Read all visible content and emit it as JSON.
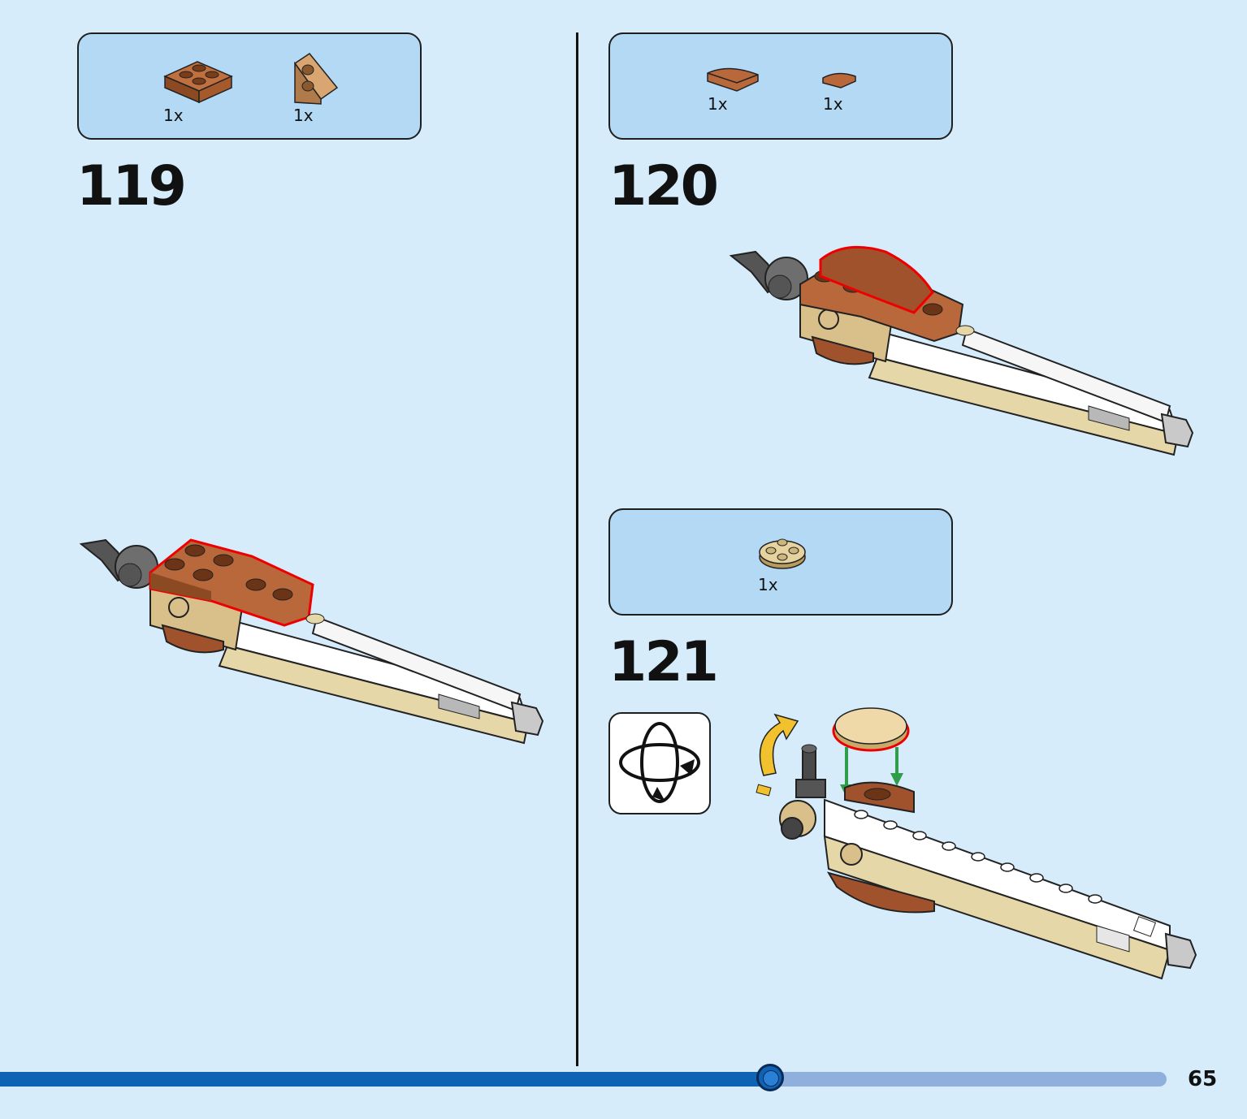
{
  "steps": [
    {
      "number": "119",
      "parts": [
        {
          "name": "brown 2x2 plate",
          "qty": "1x"
        },
        {
          "name": "tan 2x2 wedge plate",
          "qty": "1x"
        }
      ]
    },
    {
      "number": "120",
      "parts": [
        {
          "name": "brown curved slope",
          "qty": "1x"
        },
        {
          "name": "brown small tile",
          "qty": "1x"
        }
      ]
    },
    {
      "number": "121",
      "parts": [
        {
          "name": "tan round plate",
          "qty": "1x"
        }
      ],
      "rotate_icon": "rotate-model-icon"
    }
  ],
  "progress": {
    "fraction": 0.66
  },
  "page_number": "65",
  "colors": {
    "background": "#d6ecfb",
    "parts_box": "#b4d9f4",
    "brown": "#a0522d",
    "tan": "#d9c08a",
    "progress": "#0e63b5"
  }
}
